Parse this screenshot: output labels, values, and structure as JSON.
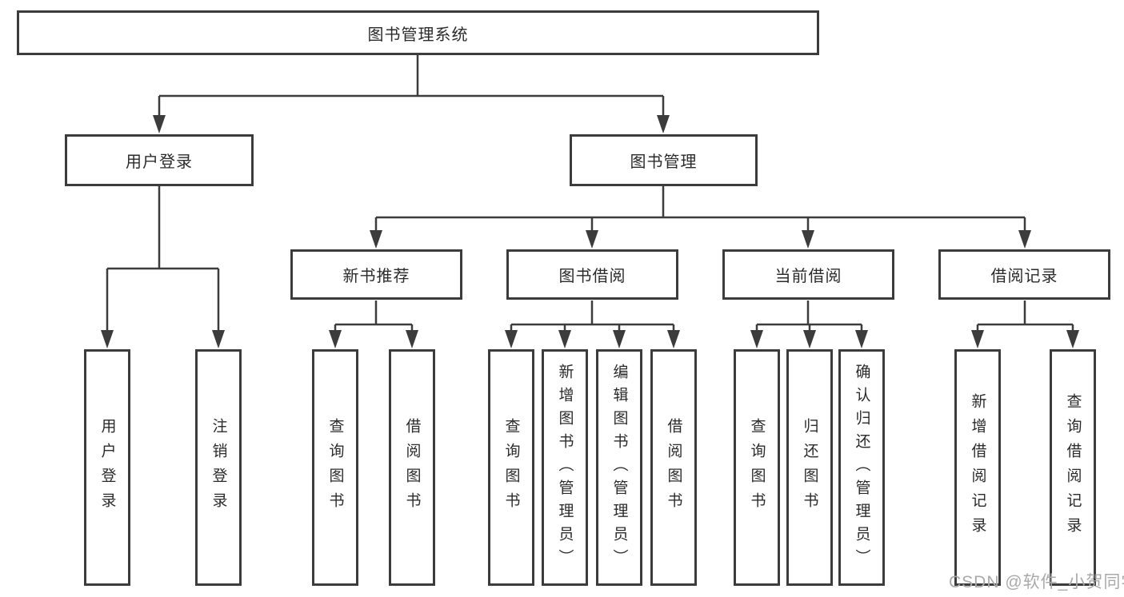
{
  "colors": {
    "line": "#3c3c3c",
    "box_border": "#3c3c3c",
    "text": "#2b2b2b",
    "watermark": "#a9a9a9",
    "background": "#ffffff"
  },
  "tree": {
    "root": {
      "label": "图书管理系统"
    },
    "level2": [
      {
        "label": "用户登录"
      },
      {
        "label": "图书管理"
      }
    ],
    "level3": [
      {
        "label": "新书推荐"
      },
      {
        "label": "图书借阅"
      },
      {
        "label": "当前借阅"
      },
      {
        "label": "借阅记录"
      }
    ],
    "leaves": [
      {
        "label": "用户登录"
      },
      {
        "label": "注销登录"
      },
      {
        "label": "查询图书"
      },
      {
        "label": "借阅图书"
      },
      {
        "label": "查询图书"
      },
      {
        "label": "新增图书（管理员）"
      },
      {
        "label": "编辑图书（管理员）"
      },
      {
        "label": "借阅图书"
      },
      {
        "label": "查询图书"
      },
      {
        "label": "归还图书"
      },
      {
        "label": "确认归还（管理员）"
      },
      {
        "label": "新增借阅记录"
      },
      {
        "label": "查询借阅记录"
      }
    ]
  },
  "watermark": {
    "text": "CSDN @软件_小贺同学"
  }
}
